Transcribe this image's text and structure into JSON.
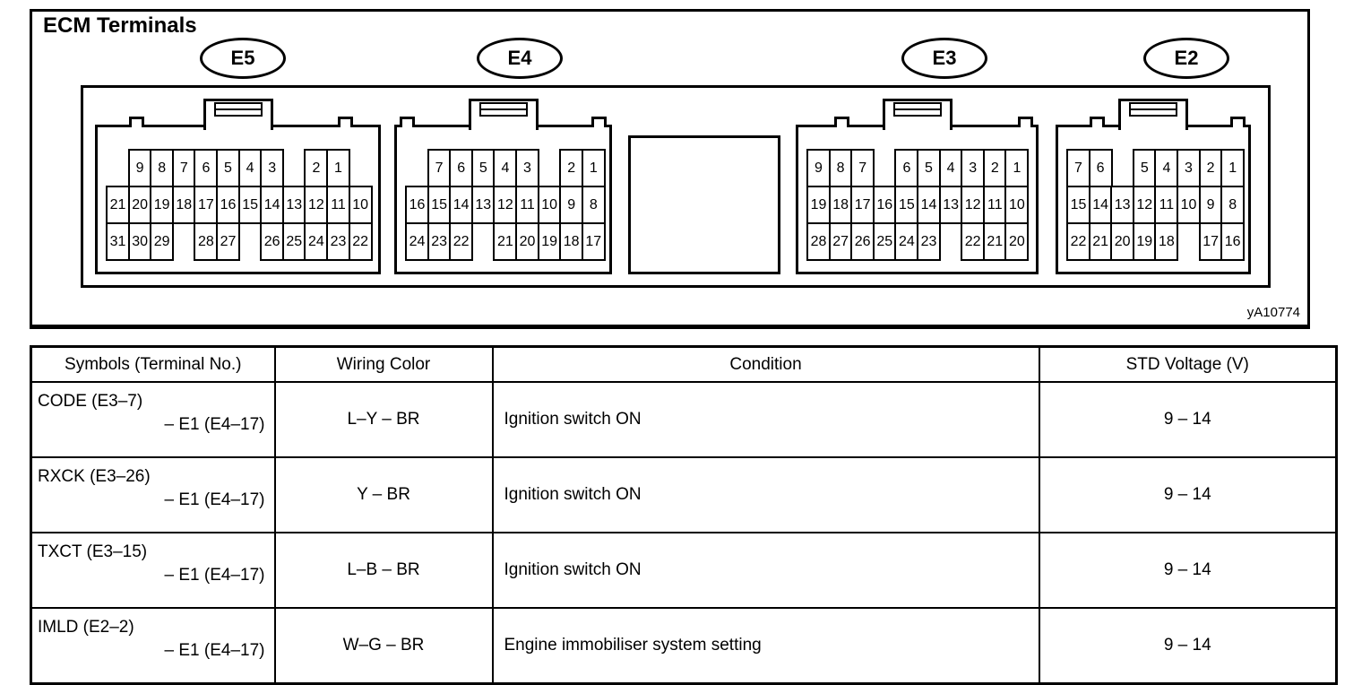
{
  "figure": {
    "title": "ECM Terminals",
    "code": "yA10774",
    "connectors": [
      {
        "id": "E5",
        "label": "E5",
        "pin_rows": [
          [
            null,
            9,
            8,
            7,
            6,
            5,
            4,
            3,
            null,
            2,
            1,
            null
          ],
          [
            21,
            20,
            19,
            18,
            17,
            16,
            15,
            14,
            13,
            12,
            11,
            10
          ],
          [
            31,
            30,
            29,
            null,
            28,
            27,
            null,
            26,
            25,
            24,
            23,
            22
          ]
        ]
      },
      {
        "id": "E4",
        "label": "E4",
        "pin_rows": [
          [
            null,
            7,
            6,
            5,
            4,
            3,
            null,
            2,
            1
          ],
          [
            16,
            15,
            14,
            13,
            12,
            11,
            10,
            9,
            8
          ],
          [
            24,
            23,
            22,
            null,
            21,
            20,
            19,
            18,
            17
          ]
        ]
      },
      {
        "id": "E3",
        "label": "E3",
        "pin_rows": [
          [
            9,
            8,
            7,
            null,
            6,
            5,
            4,
            3,
            2,
            1
          ],
          [
            19,
            18,
            17,
            16,
            15,
            14,
            13,
            12,
            11,
            10
          ],
          [
            28,
            27,
            26,
            25,
            24,
            23,
            null,
            22,
            21,
            20
          ]
        ]
      },
      {
        "id": "E2",
        "label": "E2",
        "pin_rows": [
          [
            7,
            6,
            null,
            5,
            4,
            3,
            2,
            1
          ],
          [
            15,
            14,
            13,
            12,
            11,
            10,
            9,
            8
          ],
          [
            22,
            21,
            20,
            19,
            18,
            null,
            17,
            16
          ]
        ]
      }
    ]
  },
  "table": {
    "headers": [
      "Symbols (Terminal No.)",
      "Wiring Color",
      "Condition",
      "STD Voltage (V)"
    ],
    "rows": [
      {
        "symbol_line1": "CODE (E3–7)",
        "symbol_line2": "– E1 (E4–17)",
        "wiring_color": "L–Y – BR",
        "condition": "Ignition switch ON",
        "std_voltage": "9 – 14"
      },
      {
        "symbol_line1": "RXCK (E3–26)",
        "symbol_line2": "– E1 (E4–17)",
        "wiring_color": "Y – BR",
        "condition": "Ignition switch ON",
        "std_voltage": "9 – 14"
      },
      {
        "symbol_line1": "TXCT (E3–15)",
        "symbol_line2": "– E1 (E4–17)",
        "wiring_color": "L–B – BR",
        "condition": "Ignition switch ON",
        "std_voltage": "9 – 14"
      },
      {
        "symbol_line1": "IMLD (E2–2)",
        "symbol_line2": "– E1 (E4–17)",
        "wiring_color": "W–G – BR",
        "condition": "Engine immobiliser system setting",
        "std_voltage": "9 – 14"
      }
    ]
  },
  "colors": {
    "ink": "#000000",
    "background": "#ffffff"
  }
}
